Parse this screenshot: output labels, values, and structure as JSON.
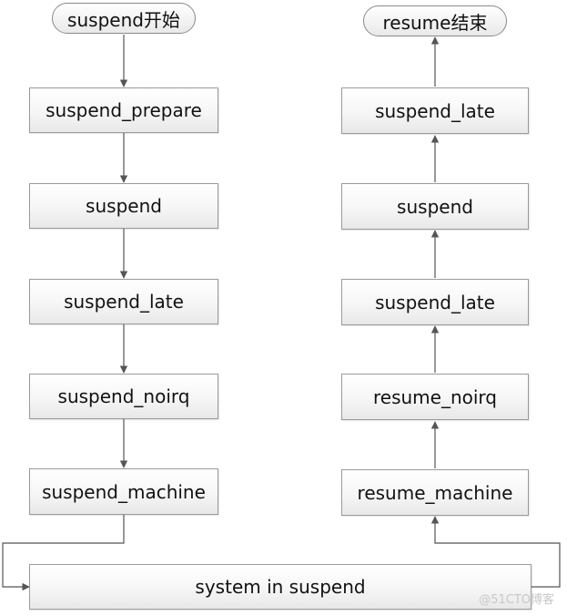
{
  "diagram": {
    "left": {
      "start": "suspend开始",
      "steps": [
        "suspend_prepare",
        "suspend",
        "suspend_late",
        "suspend_noirq",
        "suspend_machine"
      ]
    },
    "right": {
      "end": "resume结束",
      "steps": [
        "suspend_late",
        "suspend",
        "suspend_late",
        "resume_noirq",
        "resume_machine"
      ]
    },
    "bottom": "system in suspend"
  },
  "watermark": "@51CTO博客",
  "colors": {
    "stroke": "#555555",
    "box_border": "#9a9a9a"
  }
}
